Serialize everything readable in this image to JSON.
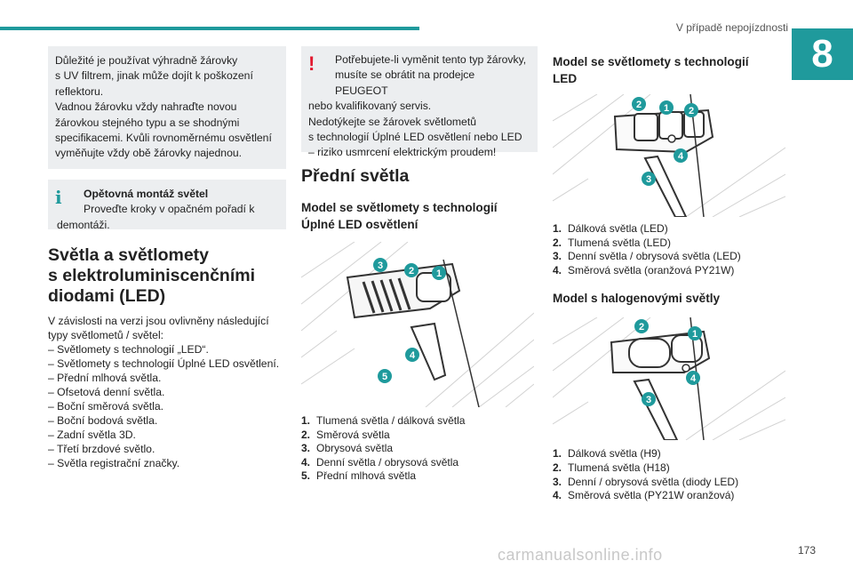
{
  "header": {
    "title": "V případě nepojízdnosti",
    "chapter": "8"
  },
  "col1": {
    "box1_lines": [
      "Důležité je používat výhradně žárovky",
      "s UV filtrem, jinak může dojít k poškození",
      "reflektoru.",
      "Vadnou žárovku vždy nahraďte novou",
      "žárovkou stejného typu a se shodnými",
      "specifikacemi. Kvůli rovnoměrnému osvětlení",
      "vyměňujte vždy obě žárovky najednou."
    ],
    "box2_title": "Opětovná montáž světel",
    "box2_line1": "Proveďte kroky v opačném pořadí k",
    "box2_line2": "demontáži.",
    "heading_lines": [
      "Světla a světlomety",
      "s elektroluminiscenčními",
      "diodami (LED)"
    ],
    "intro_lines": [
      "V závislosti na verzi jsou ovlivněny následující",
      "typy světlometů / světel:",
      "– Světlomety s technologií „LED“.",
      "– Světlomety s technologií Úplné LED osvětlení.",
      "– Přední mlhová světla.",
      "– Ofsetová denní světla.",
      "– Boční směrová světla.",
      "– Boční bodová světla.",
      "– Zadní světla 3D.",
      "– Třetí brzdové světlo.",
      "– Světla registrační značky."
    ]
  },
  "col2": {
    "warn_lines": [
      "Potřebujete-li vyměnit tento typ žárovky,",
      "musíte se obrátit na prodejce PEUGEOT",
      "nebo kvalifikovaný servis.",
      "Nedotýkejte se žárovek světlometů",
      "s technologií Úplné LED osvětlení nebo LED",
      "– riziko usmrcení elektrickým proudem!"
    ],
    "heading": "Přední světla",
    "subheading_lines": [
      "Model se světlomety s technologií",
      "Úplné LED osvětlení"
    ],
    "legend": [
      {
        "n": "1.",
        "t": "Tlumená světla / dálková světla"
      },
      {
        "n": "2.",
        "t": "Směrová světla"
      },
      {
        "n": "3.",
        "t": "Obrysová světla"
      },
      {
        "n": "4.",
        "t": "Denní světla / obrysová světla"
      },
      {
        "n": "5.",
        "t": "Přední mlhová světla"
      }
    ]
  },
  "col3": {
    "subheading1_lines": [
      "Model se světlomety s technologií",
      "LED"
    ],
    "legend1": [
      {
        "n": "1.",
        "t": "Dálková světla (LED)"
      },
      {
        "n": "2.",
        "t": "Tlumená světla (LED)"
      },
      {
        "n": "3.",
        "t": "Denní světla / obrysová světla (LED)"
      },
      {
        "n": "4.",
        "t": "Směrová světla (oranžová PY21W)"
      }
    ],
    "subheading2": "Model s halogenovými světly",
    "legend2": [
      {
        "n": "1.",
        "t": "Dálková světla (H9)"
      },
      {
        "n": "2.",
        "t": "Tlumená světla (H18)"
      },
      {
        "n": "3.",
        "t": "Denní / obrysová světla (diody LED)"
      },
      {
        "n": "4.",
        "t": "Směrová světla (PY21W oranžová)"
      }
    ]
  },
  "callouts": {
    "fig1": [
      "3",
      "2",
      "1",
      "4",
      "5"
    ],
    "fig2": [
      "2",
      "1",
      "2",
      "4",
      "3"
    ],
    "fig3": [
      "2",
      "1",
      "4",
      "3"
    ]
  },
  "page_number": "173",
  "watermark": "carmanualsonline.info",
  "colors": {
    "accent": "#1f9a9c",
    "warning": "#e2192f",
    "box_bg": "#eceef0"
  }
}
